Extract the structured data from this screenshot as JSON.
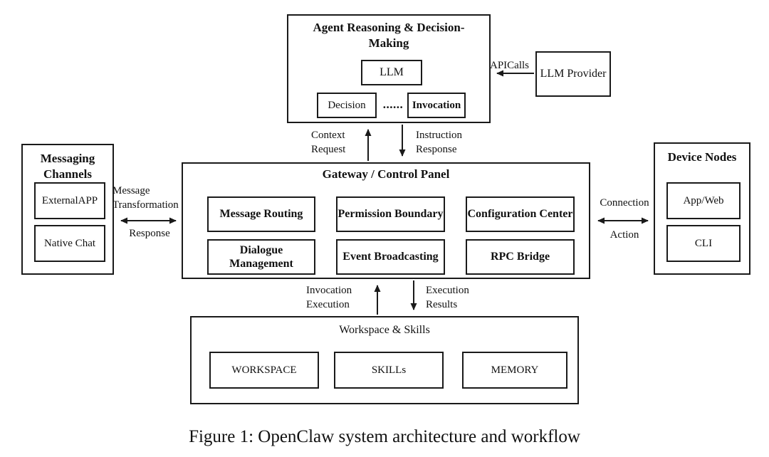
{
  "nodes": {
    "agent": {
      "title": "Agent Reasoning & Decision-Making",
      "llm": "LLM",
      "decision": "Decision",
      "ellipsis": "......",
      "invocation": "Invocation"
    },
    "llm_provider": {
      "title": "LLM Provider"
    },
    "messaging": {
      "title": "Messaging Channels",
      "external_app": "ExternalAPP",
      "native_chat": "Native Chat"
    },
    "gateway": {
      "title": "Gateway / Control Panel",
      "modules": [
        "Message Routing",
        "Permission Boundary",
        "Configuration Center",
        "Dialogue Management",
        "Event Broadcasting",
        "RPC Bridge"
      ]
    },
    "device": {
      "title": "Device Nodes",
      "app_web": "App/Web",
      "cli": "CLI"
    },
    "workspace": {
      "title": "Workspace & Skills",
      "modules": [
        "WORKSPACE",
        "SKILLs",
        "MEMORY"
      ]
    }
  },
  "edges": {
    "api_calls": "APICalls",
    "context_request": "Context Request",
    "instruction_response": "Instruction Response",
    "message_transformation": "Message Transformation",
    "response": "Response",
    "connection": "Connection",
    "action": "Action",
    "invocation_execution": "Invocation Execution",
    "execution_results": "Execution Results"
  },
  "caption": "Figure 1: OpenClaw system architecture and workflow",
  "colors": {
    "line": "#1a1a1a",
    "background": "#ffffff",
    "text": "#111111"
  }
}
